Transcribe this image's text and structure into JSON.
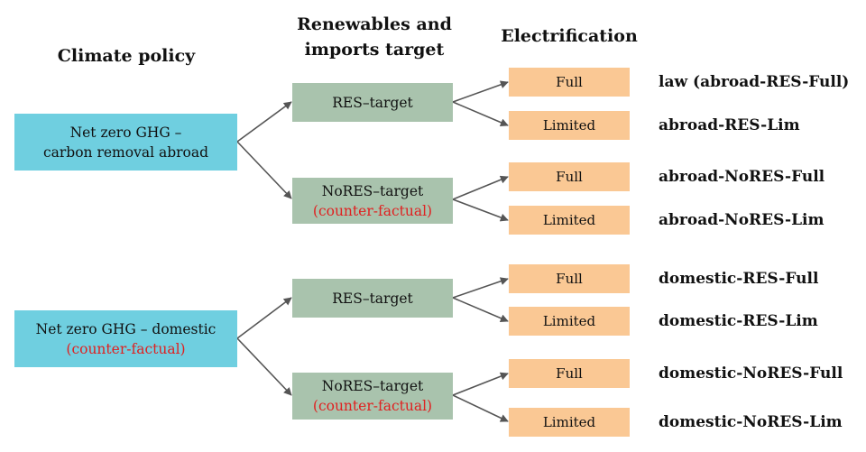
{
  "headers": {
    "climate_policy": "Climate policy",
    "renewables_line1": "Renewables and",
    "renewables_line2": "imports target",
    "electrification": "Electrification"
  },
  "policies": [
    {
      "line1": "Net zero GHG –",
      "line2": "carbon removal abroad"
    },
    {
      "line1": "Net zero GHG – domestic",
      "line2": "(counter-factual)"
    }
  ],
  "targets": [
    {
      "label": "RES–target",
      "note": ""
    },
    {
      "label": "NoRES–target",
      "note": "(counter-factual)"
    },
    {
      "label": "RES–target",
      "note": ""
    },
    {
      "label": "NoRES–target",
      "note": "(counter-factual)"
    }
  ],
  "electrification": [
    {
      "label": "Full",
      "scenario": "law (abroad-RES-Full)"
    },
    {
      "label": "Limited",
      "scenario": "abroad-RES-Lim"
    },
    {
      "label": "Full",
      "scenario": "abroad-NoRES-Full"
    },
    {
      "label": "Limited",
      "scenario": "abroad-NoRES-Lim"
    },
    {
      "label": "Full",
      "scenario": "domestic-RES-Full"
    },
    {
      "label": "Limited",
      "scenario": "domestic-RES-Lim"
    },
    {
      "label": "Full",
      "scenario": "domestic-NoRES-Full"
    },
    {
      "label": "Limited",
      "scenario": "domestic-NoRES-Lim"
    }
  ],
  "colors": {
    "policy_box": "#6fcfe0",
    "target_box": "#a9c3ad",
    "electrification_box": "#fac894",
    "counter_factual_text": "#e02020",
    "arrow": "#555555"
  }
}
